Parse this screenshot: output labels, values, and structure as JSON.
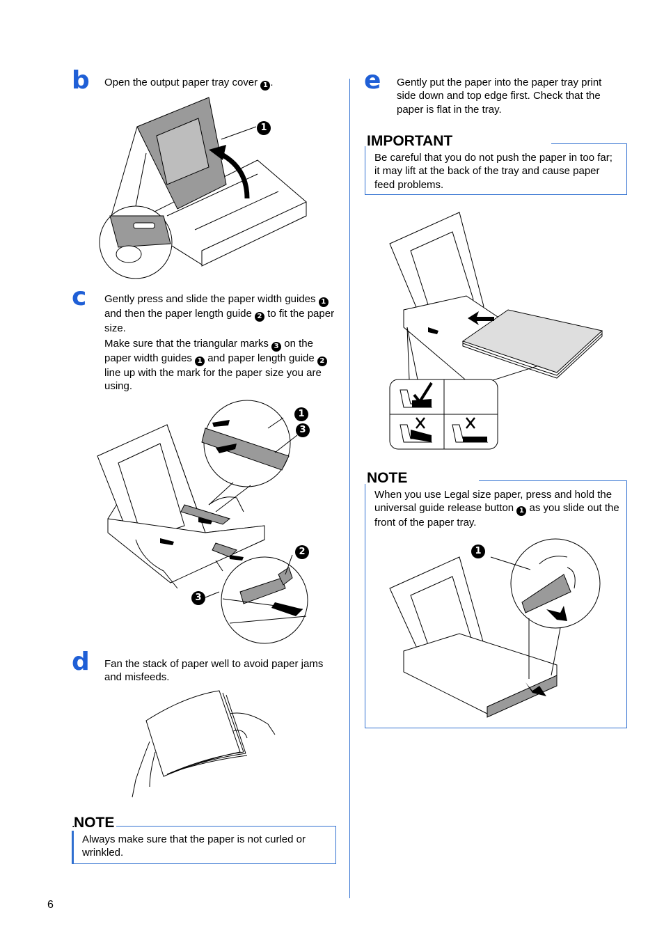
{
  "page_number": "6",
  "left": {
    "step_b": {
      "letter": "b",
      "text_before": "Open the output paper tray cover ",
      "ref": "1",
      "text_after": ".",
      "callout": "1"
    },
    "step_c": {
      "letter": "c",
      "p1_a": "Gently press and slide the paper width guides ",
      "p1_ref1": "1",
      "p1_b": " and then the paper length guide ",
      "p1_ref2": "2",
      "p1_c": " to fit the paper size.",
      "p2_a": "Make sure that the triangular marks ",
      "p2_ref3": "3",
      "p2_b": " on the paper width guides ",
      "p2_ref1": "1",
      "p2_c": " and paper length guide ",
      "p2_ref2": "2",
      "p2_d": " line up with the mark for the paper size you are using.",
      "callouts": [
        "1",
        "3",
        "2",
        "3"
      ]
    },
    "step_d": {
      "letter": "d",
      "text": "Fan the stack of paper well to avoid paper jams and misfeeds."
    },
    "note": {
      "title": "NOTE",
      "text": "Always make sure that the paper is not curled or wrinkled."
    }
  },
  "right": {
    "step_e": {
      "letter": "e",
      "text": "Gently put the paper into the paper tray print side down and top edge first. Check that the paper is flat in the tray."
    },
    "important": {
      "title": "IMPORTANT",
      "text": "Be careful that you do not push the paper in too far; it may lift at the back of the tray and cause paper feed problems."
    },
    "note": {
      "title": "NOTE",
      "text_a": "When you use Legal size paper, press and hold the universal guide release button ",
      "ref": "1",
      "text_b": " as you slide out the front of the paper tray.",
      "callout": "1"
    }
  },
  "colors": {
    "accent": "#1f5fd6",
    "rule": "#2f6fd0",
    "tray_gray": "#9a9a9a"
  },
  "icons": [
    "check-mark-icon",
    "cross-mark-icon",
    "arrow-icon"
  ]
}
